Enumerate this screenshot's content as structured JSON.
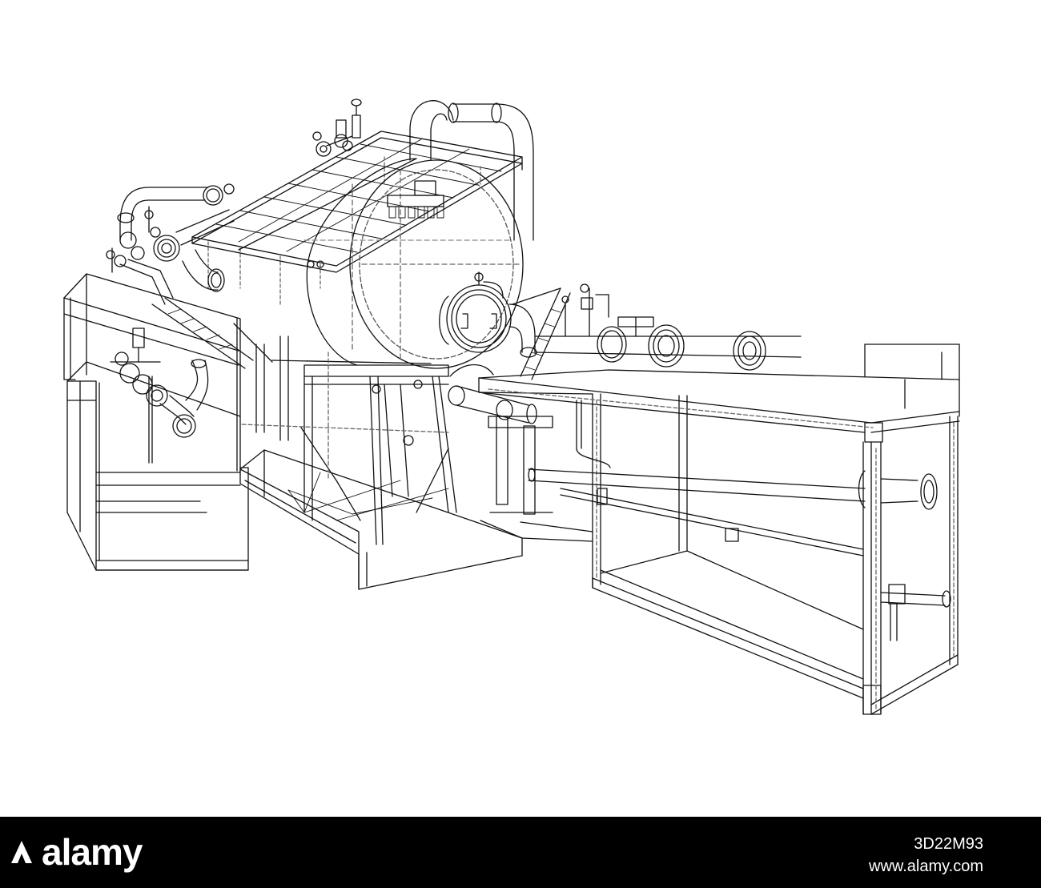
{
  "footer": {
    "brand": "alamy",
    "image_id": "3D22M93",
    "site": "www.alamy.com"
  },
  "colors": {
    "line": "#111111",
    "dash": "#888888",
    "background": "#ffffff",
    "footer_bg": "#000000",
    "footer_text": "#ffffff"
  },
  "icons": [
    "alamy-logo-icon"
  ]
}
